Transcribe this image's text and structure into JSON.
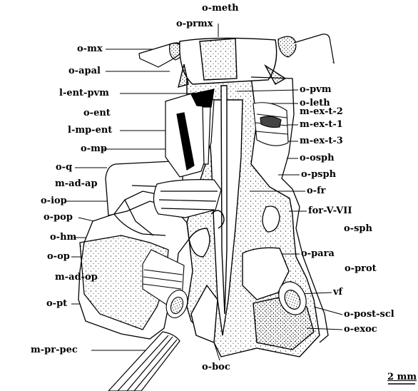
{
  "figure": {
    "labels_left": [
      "o-mx",
      "o-apal",
      "l-ent-pvm",
      "o-ent",
      "l-mp-ent",
      "o-mp",
      "o-q",
      "m-ad-ap",
      "o-iop",
      "o-pop",
      "o-hm",
      "o-op",
      "m-ad-op",
      "o-pt",
      "m-pr-pec"
    ],
    "labels_right": [
      "o-pvm",
      "o-leth",
      "m-ex-t-2",
      "m-ex-t-1",
      "m-ex-t-3",
      "o-osph",
      "o-psph",
      "o-fr",
      "for-V-VII",
      "o-sph",
      "o-para",
      "o-prot",
      "vf",
      "o-post-scl",
      "o-exoc"
    ],
    "labels_top": [
      "o-meth",
      "o-prmx"
    ],
    "labels_bottom": [
      "o-boc"
    ],
    "scale_bar": "2 mm"
  }
}
